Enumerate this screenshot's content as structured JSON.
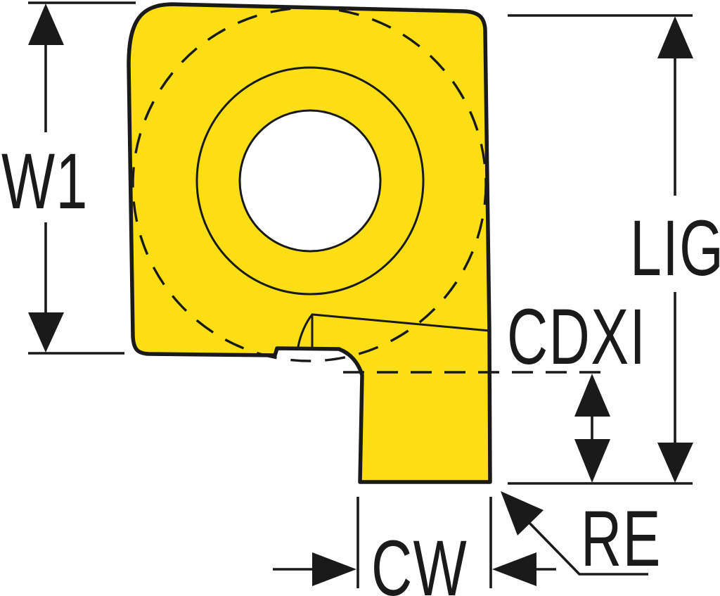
{
  "diagram": {
    "labels": {
      "w1": "W1",
      "lig": "LIG",
      "cdxi": "CDXI",
      "cw": "CW",
      "re": "RE"
    },
    "colors": {
      "insert_fill": "#FCDE14",
      "line": "#1A1A1A",
      "background": "#FFFFFF"
    }
  }
}
